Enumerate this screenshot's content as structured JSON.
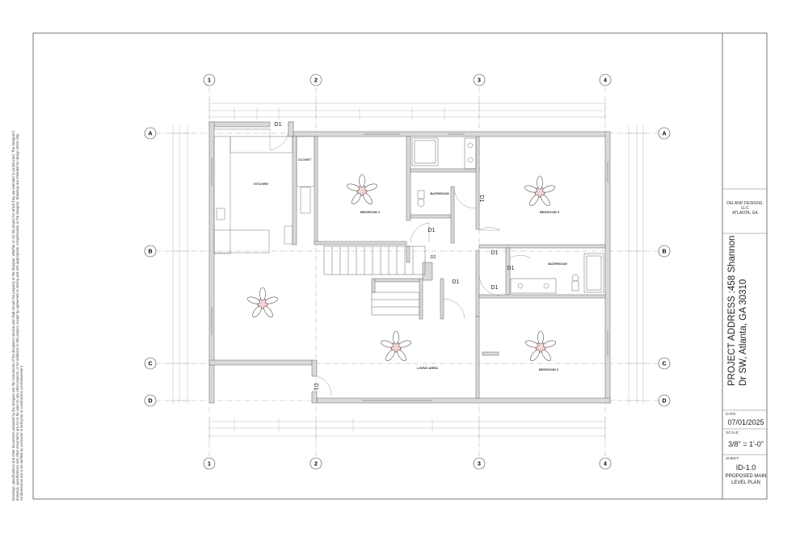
{
  "grid": {
    "columns": [
      "1",
      "2",
      "3",
      "4"
    ],
    "rows": [
      "A",
      "B",
      "C",
      "D"
    ]
  },
  "rooms": {
    "kitchen": "KITCHEN",
    "closet": "CLOSET",
    "bathroom_upper": "BATHROOM",
    "bedroom1": "BEDROOM 1",
    "bedroom3": "BEDROOM 3",
    "bathroom_lower": "BATHROOM",
    "living": "LIVING AREA",
    "bedroom2": "BEDROOM 2"
  },
  "doors": {
    "d1": "D1",
    "d2": "D2"
  },
  "disclaimer": "Drawings, specifications and other documents prepared by the designer are the instruments of the designer's service and shall remain the property of the designer, whether or not the project for which they are intended is constructed. The designer's drawings, specifications and other documents are not to be used on any other projects, or for additions to this project, except by agreement in writing and with appropriate compensation to the designer. Drawings are intended for design intent only. All dimensions are to be verified by contractor in field prior to construction commencement.",
  "title_block": {
    "firm_name": "DELAND DESIGNS, LLC",
    "firm_city": "ATLANTA, GA",
    "project_address": "PROJECT ADDRESS :458 Shannon Dr SW, Atlanta, GA  30310",
    "date_label": "DATE:",
    "date_value": "07/01/2025",
    "scale_label": "SCALE:",
    "scale_value": "3/8\" = 1'-0\"",
    "sheet_label": "SHEET:",
    "sheet_number": "ID-1.0",
    "sheet_title_1": "PROPOSED MAIN",
    "sheet_title_2": "LEVEL PLAN"
  }
}
